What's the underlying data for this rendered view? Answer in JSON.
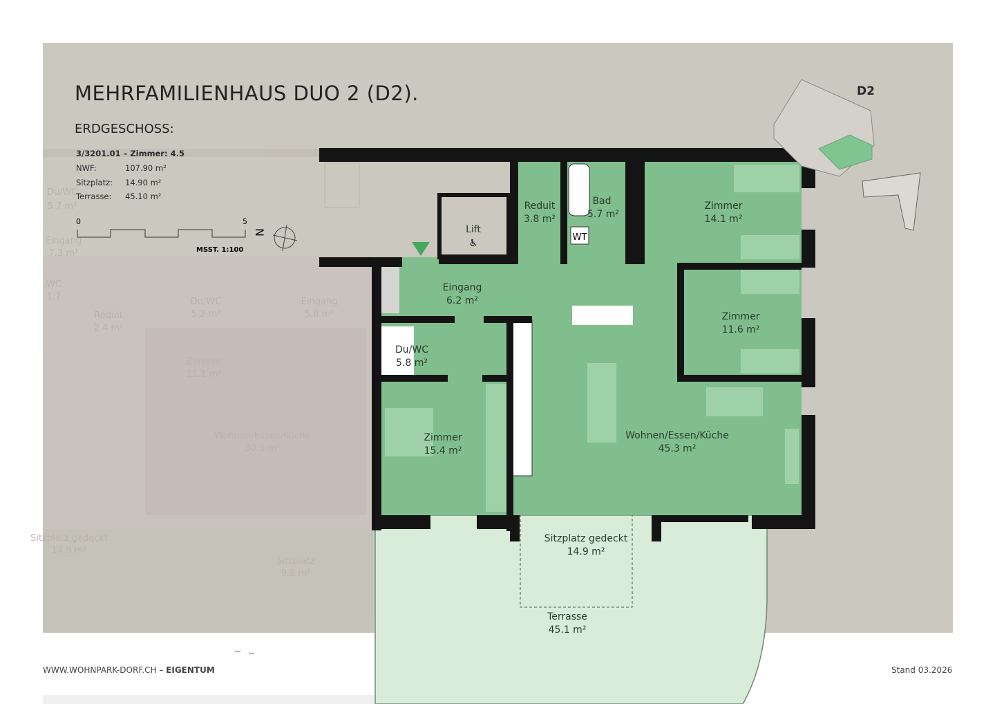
{
  "header": {
    "title": "MEHRFAMILIENHAUS DUO 2 (D2).",
    "floor": "ERDGESCHOSS:",
    "building_code": "D2"
  },
  "unit": {
    "id_line": "3/3201.01 – Zimmer: 4.5",
    "stats": [
      {
        "label": "NWF:",
        "value": "107.90 m²"
      },
      {
        "label": "Sitzplatz:",
        "value": "14.90 m²"
      },
      {
        "label": "Terrasse:",
        "value": "45.10 m²"
      }
    ]
  },
  "scale": {
    "start": "0",
    "end": "5",
    "label": "MSST. 1:100",
    "north": "N"
  },
  "rooms": [
    {
      "name": "Reduit",
      "area": "3.8 m²"
    },
    {
      "name": "Bad",
      "area": "5.7 m²"
    },
    {
      "name": "Zimmer",
      "area": "14.1 m²"
    },
    {
      "name": "Lift",
      "area": ""
    },
    {
      "name": "Eingang",
      "area": "6.2 m²"
    },
    {
      "name": "Zimmer",
      "area": "11.6 m²"
    },
    {
      "name": "Du/WC",
      "area": "5.8 m²"
    },
    {
      "name": "Zimmer",
      "area": "15.4 m²"
    },
    {
      "name": "Wohnen/Essen/Küche",
      "area": "45.3 m²"
    },
    {
      "name": "Sitzplatz gedeckt",
      "area": "14.9 m²"
    },
    {
      "name": "Terrasse",
      "area": "45.1 m²"
    }
  ],
  "fixtures": {
    "wt": "WT"
  },
  "neighbour_rooms": [
    {
      "name": "Du/WC",
      "area": "5.7 m²"
    },
    {
      "name": "Eingang",
      "area": "7.3 m²"
    },
    {
      "name": "WC",
      "area": "1.7"
    },
    {
      "name": "Reduit",
      "area": "2.4 m²"
    },
    {
      "name": "Du/WC",
      "area": "5.2 m²"
    },
    {
      "name": "Eingang",
      "area": "5.8 m²"
    },
    {
      "name": "Zimmer",
      "area": "11.1 m²"
    },
    {
      "name": "Wohnen/Essen/Küche",
      "area": "30.5 m²"
    },
    {
      "name": "Sitzplatz gedeckt",
      "area": "14.9 m²"
    },
    {
      "name": "Sitzplatz",
      "area": "9.8 m²"
    }
  ],
  "footer": {
    "site": "WWW.WOHNPARK-DORF.CH –",
    "category": "EIGENTUM",
    "date": "Stand 03.2026"
  },
  "colors": {
    "background": "#cbc8c0",
    "unit_green": "#80bf8d",
    "furniture_green": "#9fd1a9",
    "terrace": "#d9ecd9",
    "walls": "#141414",
    "neighbour": "#c6bdb9"
  }
}
